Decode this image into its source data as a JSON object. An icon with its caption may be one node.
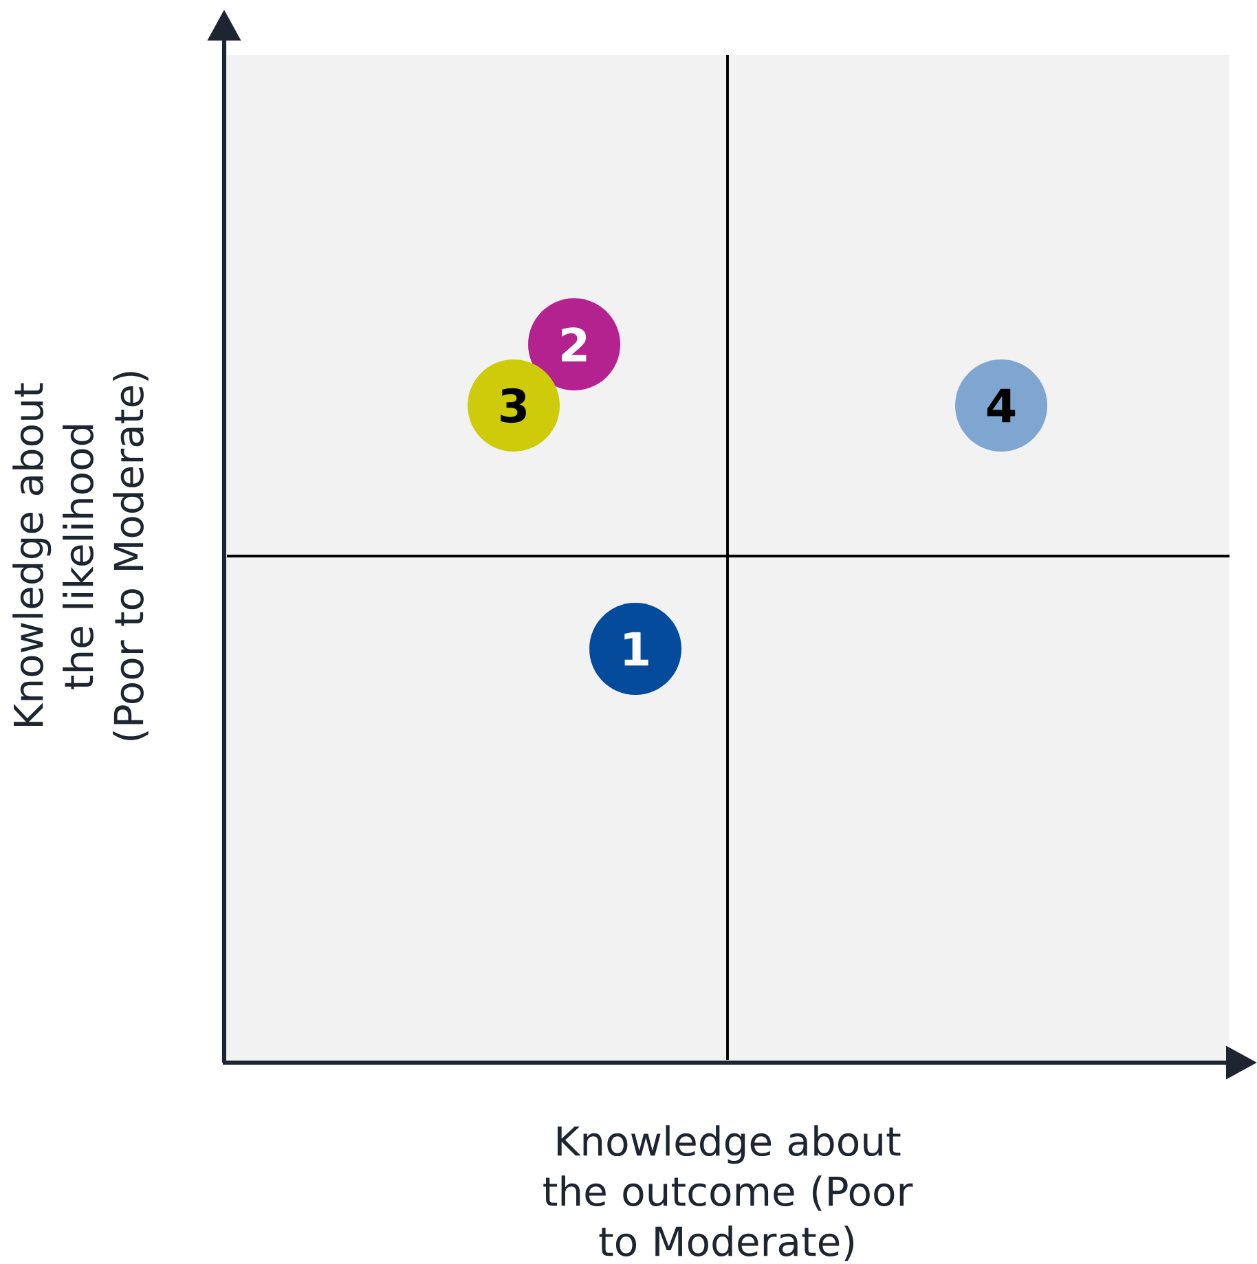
{
  "diagram": {
    "nodes": [
      {
        "text": [
          "2"
        ]
      },
      {
        "text": [
          "3"
        ]
      },
      {
        "text": [
          "4"
        ]
      },
      {
        "text": [
          "1"
        ]
      }
    ],
    "labels": [
      "Knowledge about the likelihood (Poor to Moderate)",
      "Knowledge about the outcome (Poor to Moderate)"
    ]
  }
}
